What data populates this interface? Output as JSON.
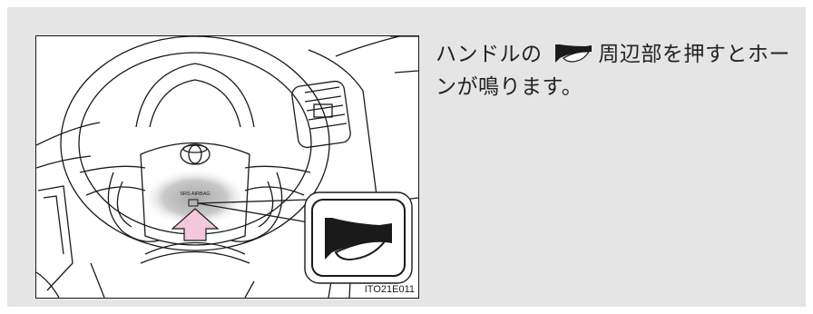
{
  "figure": {
    "code": "ITO21E011",
    "airbag_label": "SRS AIRBAG",
    "icons": [
      "steering-wheel",
      "toyota-emblem",
      "horn-icon",
      "press-arrow"
    ],
    "colors": {
      "arrow": "#f4c7dc",
      "highlight": "#bdbdbd",
      "panel": "#e5e5e5"
    }
  },
  "instruction": {
    "part1": "ハンドルの",
    "part2": "周辺部を押すとホーンが鳴ります。",
    "icon": "horn-icon"
  }
}
